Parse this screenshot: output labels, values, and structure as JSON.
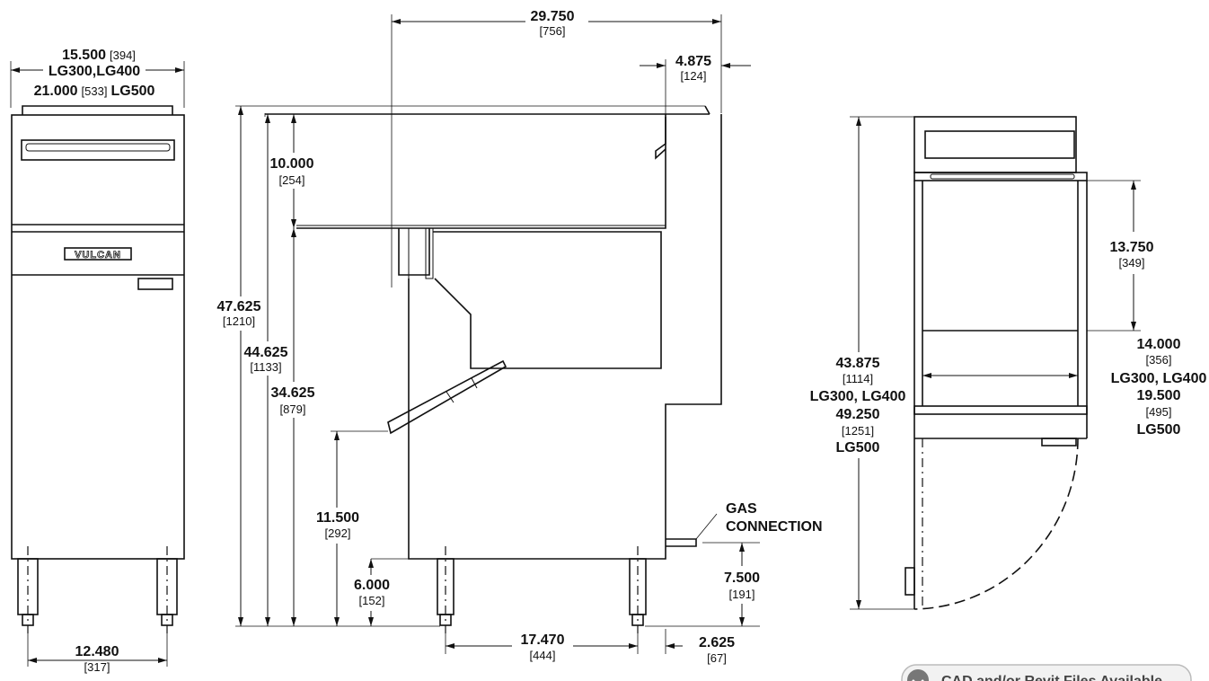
{
  "front_view": {
    "width_imperial": "15.500",
    "width_metric": "[394]",
    "models_a": "LG300,LG400",
    "width2_imperial": "21.000",
    "width2_metric": "[533]",
    "models_b": "LG500",
    "brand": "VULCAN",
    "leg_spacing_imperial": "12.480",
    "leg_spacing_metric": "[317]"
  },
  "side_view": {
    "depth_imperial": "29.750",
    "depth_metric": "[756]",
    "rear_imperial": "4.875",
    "rear_metric": "[124]",
    "top_section_imperial": "10.000",
    "top_section_metric": "[254]",
    "overall_height_imperial": "47.625",
    "overall_height_metric": "[1210]",
    "flue_height_imperial": "44.625",
    "flue_height_metric": "[1133]",
    "working_height_imperial": "34.625",
    "working_height_metric": "[879]",
    "drain_height_imperial": "11.500",
    "drain_height_metric": "[292]",
    "leg_height_imperial": "6.000",
    "leg_height_metric": "[152]",
    "gas_label_line1": "GAS",
    "gas_label_line2": "CONNECTION",
    "gas_height_imperial": "7.500",
    "gas_height_metric": "[191]",
    "leg_depth_imperial": "17.470",
    "leg_depth_metric": "[444]",
    "rear_leg_imperial": "2.625",
    "rear_leg_metric": "[67]"
  },
  "right_view": {
    "door_height_imperial": "13.750",
    "door_height_metric": "[349]",
    "width_imperial": "14.000",
    "width_metric": "[356]",
    "models_a": "LG300, LG400",
    "width2_imperial": "19.500",
    "width2_metric": "[495]",
    "models_b": "LG500",
    "height_imperial": "43.875",
    "height_metric": "[1114]",
    "height_models_a": "LG300, LG400",
    "height2_imperial": "49.250",
    "height2_metric": "[1251]",
    "height_models_b": "LG500"
  },
  "badge": {
    "text": "CAD and/or Revit Files Available"
  }
}
